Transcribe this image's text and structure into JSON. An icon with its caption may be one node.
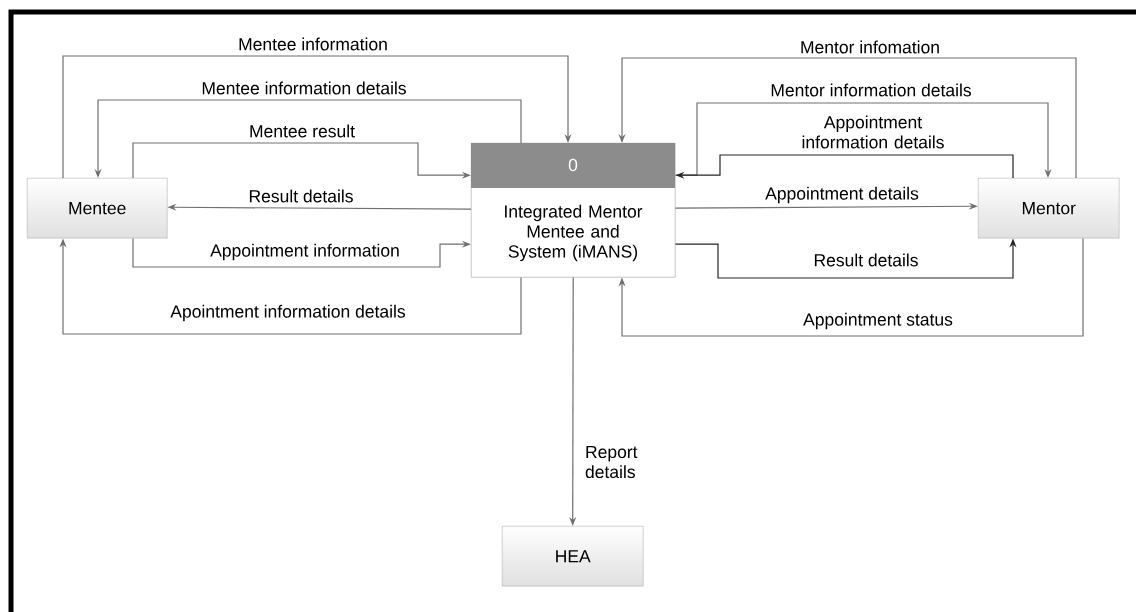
{
  "diagram": {
    "nodes": [
      {
        "text": [
          "Mentee"
        ]
      },
      {
        "text": [
          "0",
          "Integrated Mentor Mentee and System (iMANS)"
        ]
      },
      {
        "text": [
          "Mentor"
        ]
      },
      {
        "text": [
          "HEA"
        ]
      }
    ],
    "edges": [
      {
        "from": 0,
        "to": 1,
        "arrow": "to",
        "label": "Mentee information"
      },
      {
        "from": 1,
        "to": 0,
        "arrow": "to",
        "label": "Mentee information details"
      },
      {
        "from": 0,
        "to": 1,
        "arrow": "to",
        "label": "Mentee result"
      },
      {
        "from": 1,
        "to": 0,
        "arrow": "to",
        "label": "Result details"
      },
      {
        "from": 0,
        "to": 1,
        "arrow": "to",
        "label": "Appointment information"
      },
      {
        "from": 1,
        "to": 0,
        "arrow": "to",
        "label": "Apointment information details"
      },
      {
        "from": 2,
        "to": 1,
        "arrow": "to",
        "label": "Mentor infomation"
      },
      {
        "from": 1,
        "to": 2,
        "arrow": "to",
        "label": "Mentor information details"
      },
      {
        "from": 2,
        "to": 1,
        "arrow": "to",
        "label": "Appointment information details",
        "color": "#262626"
      },
      {
        "from": 1,
        "to": 2,
        "arrow": "to",
        "label": "Appointment details"
      },
      {
        "from": 1,
        "to": 2,
        "arrow": "to",
        "label": "Result details",
        "color": "#262626"
      },
      {
        "from": 2,
        "to": 1,
        "arrow": "to",
        "label": "Appointment status"
      },
      {
        "from": 1,
        "to": 3,
        "arrow": "to",
        "label": "Report details"
      }
    ]
  }
}
